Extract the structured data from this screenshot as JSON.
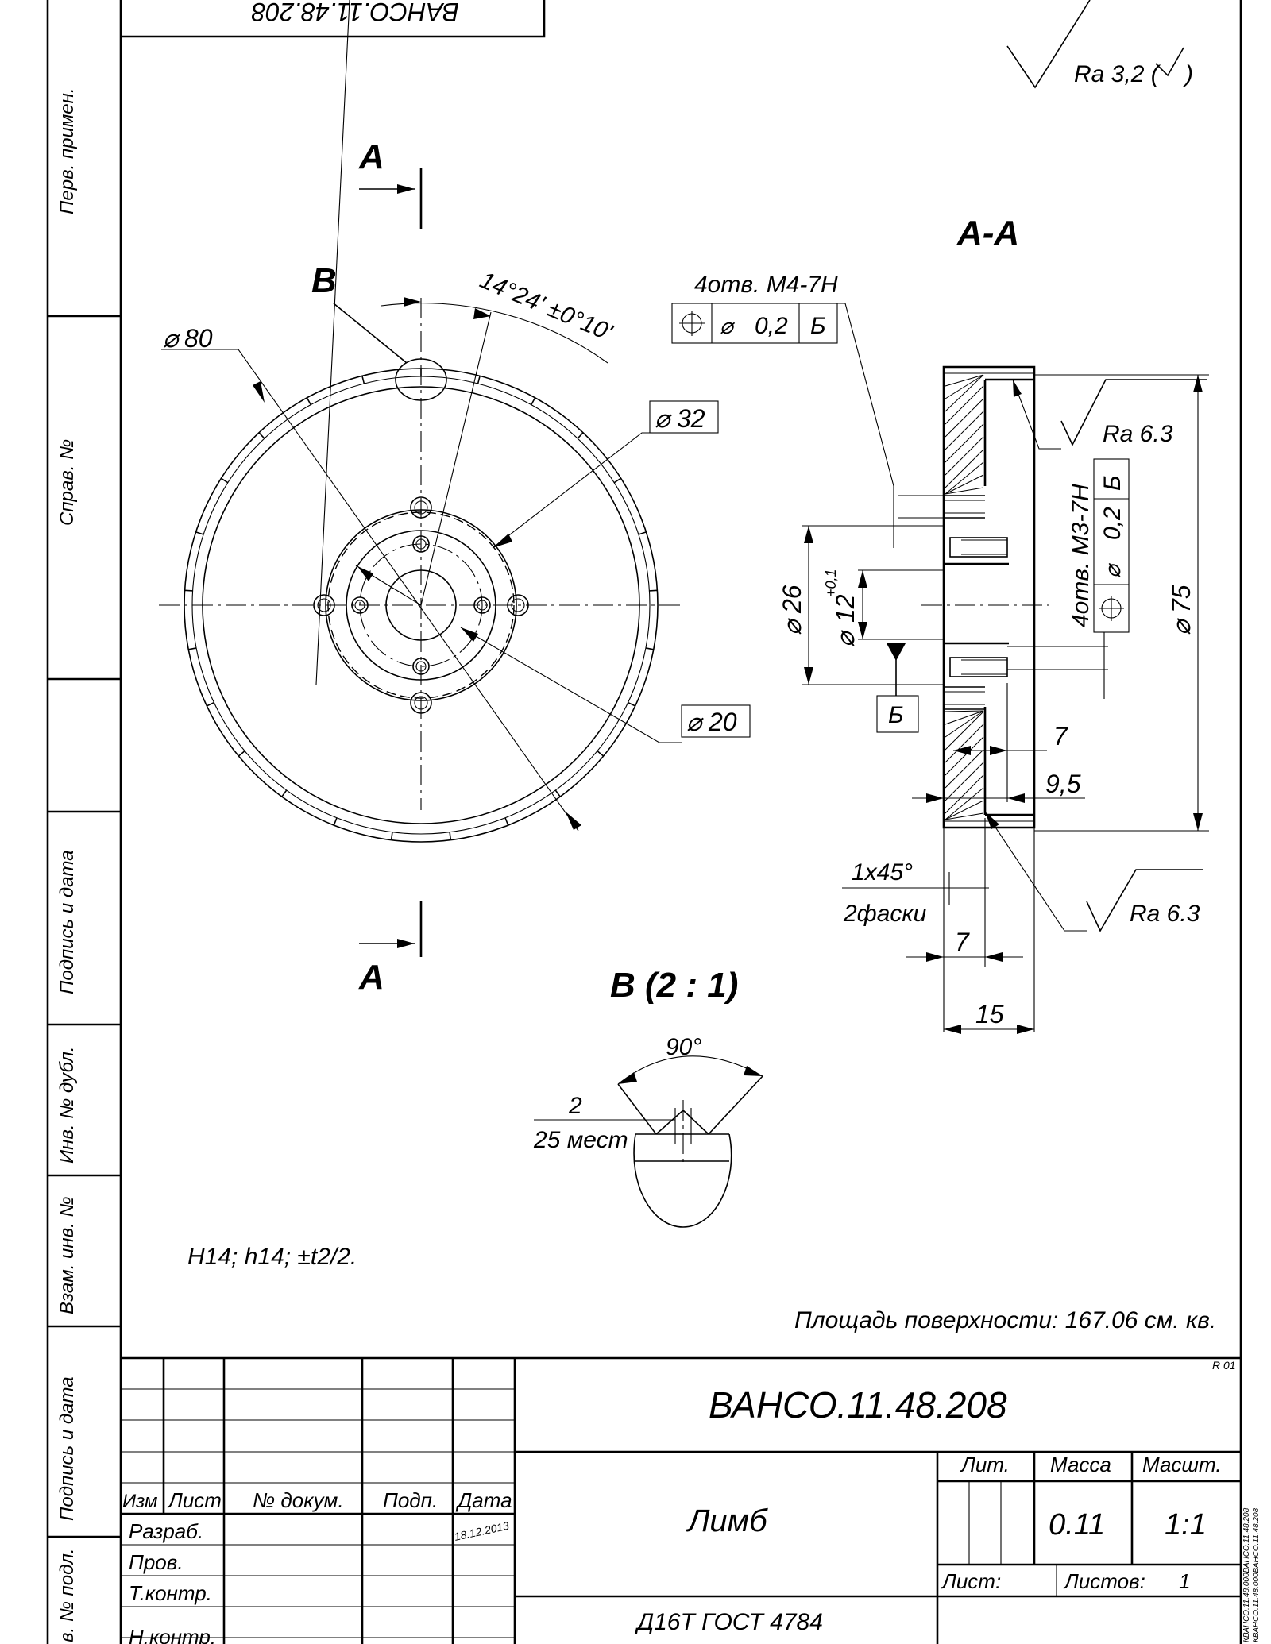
{
  "top_stamp": "ВАНСО.11.48.208",
  "roughness": {
    "general": "Ra 3,2 (",
    "general_close": ")",
    "sec1": "Ra 6.3",
    "sec2": "Ra 6.3"
  },
  "views": {
    "section_letter": "А",
    "section_title": "А-А",
    "detail_letter": "В",
    "detail_title": "В  (2 : 1)"
  },
  "dims": {
    "d80": "80",
    "d32": "32",
    "d20": "20",
    "angle": "14°24' ±0°10'",
    "d26": "26",
    "d12": "12",
    "d12_tol": "+0,1",
    "d75": "75",
    "v7a": "7",
    "v95": "9,5",
    "v7b": "7",
    "v15": "15",
    "chamfer": "1x45°",
    "chamfer_n": "2фаски",
    "det_angle": "90°",
    "det_depth": "2",
    "det_count": "25 мест"
  },
  "holes": {
    "m4": "4отв. М4-7Н",
    "m3": "4отв. М3-7Н",
    "tol_value": "0,2",
    "tol_base": "Б",
    "datum": "Б",
    "diam_sym": "⌀"
  },
  "notes": {
    "tolerances": "H14; h14; ±t2/2.",
    "area": "Площадь поверхности: 167.06 см. кв."
  },
  "side_labels": [
    "Перв. примен.",
    "Справ. №",
    "Подпись и дата",
    "Инв. № дубл.",
    "Взам. инв. №",
    "Подпись и дата",
    "в. № подл."
  ],
  "title_block": {
    "rev": "R 01",
    "designation": "ВАНСО.11.48.208",
    "name": "Лимб",
    "material": "Д16Т ГОСТ 4784",
    "col_izm": "Изм",
    "col_list": "Лист",
    "col_doc": "№ докум.",
    "col_sign": "Подп.",
    "col_date": "Дата",
    "row_dev": "Разраб.",
    "row_check": "Пров.",
    "row_tcheck": "Т.контр.",
    "row_ncheck": "Н.контр.",
    "date": "18.12.2013",
    "lit": "Лит.",
    "mass_label": "Масса",
    "scale_label": "Масшт.",
    "mass": "0.11",
    "scale": "1:1",
    "sheet_label": "Лист:",
    "sheets_label": "Листов:",
    "sheets": "1",
    "side_code_1": "КВАНСО.11.48.000ВАНСО.11.48.208",
    "side_code_2": "КВАНСО.11.48.000ВАНСО.11.48.208"
  }
}
